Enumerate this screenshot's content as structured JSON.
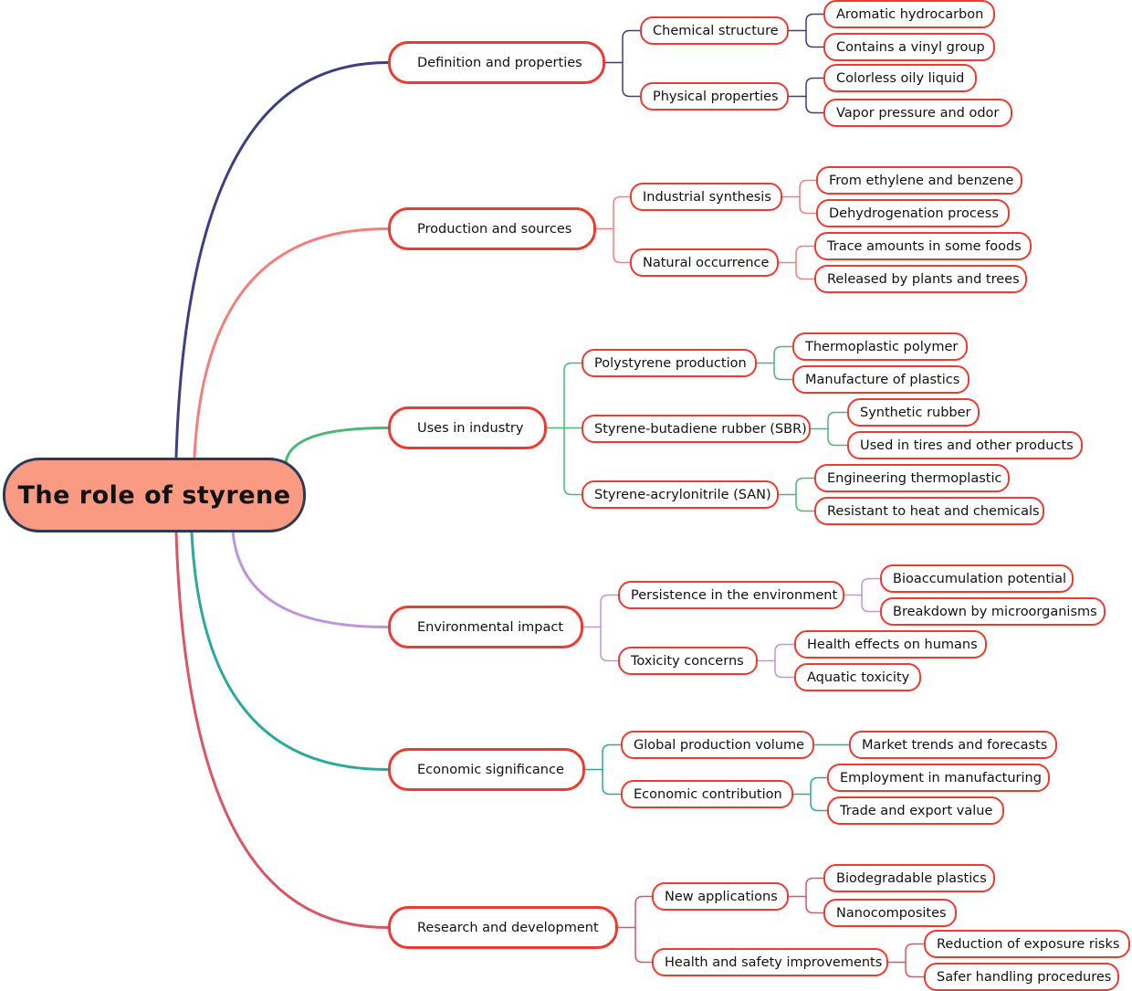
{
  "title": "The role of styrene",
  "colors": {
    "node_border": "#ee3b30",
    "root_fill": "#fa9a82",
    "root_border": "#2b3a55",
    "branches": [
      "#3d3f85",
      "#f37f7a",
      "#4bb877",
      "#c193dc",
      "#2ba99e",
      "#dc5563"
    ]
  },
  "branches": [
    {
      "label": "Definition and properties",
      "children": [
        {
          "label": "Chemical structure",
          "children": [
            "Aromatic hydrocarbon",
            "Contains a vinyl group"
          ]
        },
        {
          "label": "Physical properties",
          "children": [
            "Colorless oily liquid",
            "Vapor pressure and odor"
          ]
        }
      ]
    },
    {
      "label": "Production and sources",
      "children": [
        {
          "label": "Industrial synthesis",
          "children": [
            "From ethylene and benzene",
            "Dehydrogenation process"
          ]
        },
        {
          "label": "Natural occurrence",
          "children": [
            "Trace amounts in some foods",
            "Released by plants and trees"
          ]
        }
      ]
    },
    {
      "label": "Uses in industry",
      "children": [
        {
          "label": "Polystyrene production",
          "children": [
            "Thermoplastic polymer",
            "Manufacture of plastics"
          ]
        },
        {
          "label": "Styrene-butadiene rubber (SBR)",
          "children": [
            "Synthetic rubber",
            "Used in tires and other products"
          ]
        },
        {
          "label": "Styrene-acrylonitrile (SAN)",
          "children": [
            "Engineering thermoplastic",
            "Resistant to heat and chemicals"
          ]
        }
      ]
    },
    {
      "label": "Environmental impact",
      "children": [
        {
          "label": "Persistence in the environment",
          "children": [
            "Bioaccumulation potential",
            "Breakdown by microorganisms"
          ]
        },
        {
          "label": "Toxicity concerns",
          "children": [
            "Health effects on humans",
            "Aquatic toxicity"
          ]
        }
      ]
    },
    {
      "label": "Economic significance",
      "children": [
        {
          "label": "Global production volume",
          "children": [
            "Market trends and forecasts"
          ]
        },
        {
          "label": "Economic contribution",
          "children": [
            "Employment in manufacturing",
            "Trade and export value"
          ]
        }
      ]
    },
    {
      "label": "Research and development",
      "children": [
        {
          "label": "New applications",
          "children": [
            "Biodegradable plastics",
            "Nanocomposites"
          ]
        },
        {
          "label": "Health and safety improvements",
          "children": [
            "Reduction of exposure risks",
            "Safer handling procedures"
          ]
        }
      ]
    }
  ]
}
